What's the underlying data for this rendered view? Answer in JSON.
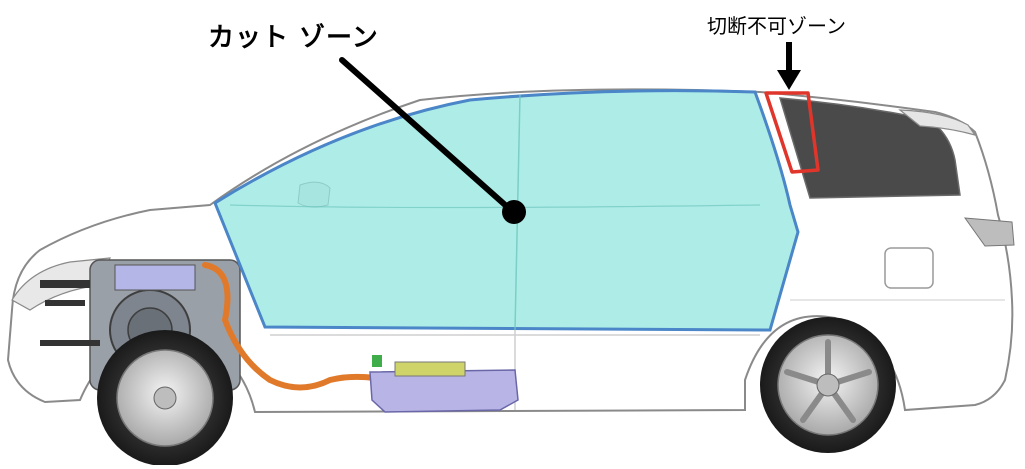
{
  "labels": {
    "cut_zone": "カット ゾーン",
    "no_cut_zone": "切断不可ゾーン"
  },
  "colors": {
    "cut_zone_fill": "#8fe6de",
    "cut_zone_outline": "#4a86c8",
    "no_cut_zone_outline": "#e0352b",
    "hv_cable": "#e07a2a",
    "battery": "#b8b5e6",
    "body": "#ffffff",
    "body_line": "#8a8a8a",
    "tire": "#2a2a2a"
  },
  "icons": {
    "no_cut_pointer": "down-arrow-icon",
    "cut_pointer": "leader-line-dot"
  }
}
